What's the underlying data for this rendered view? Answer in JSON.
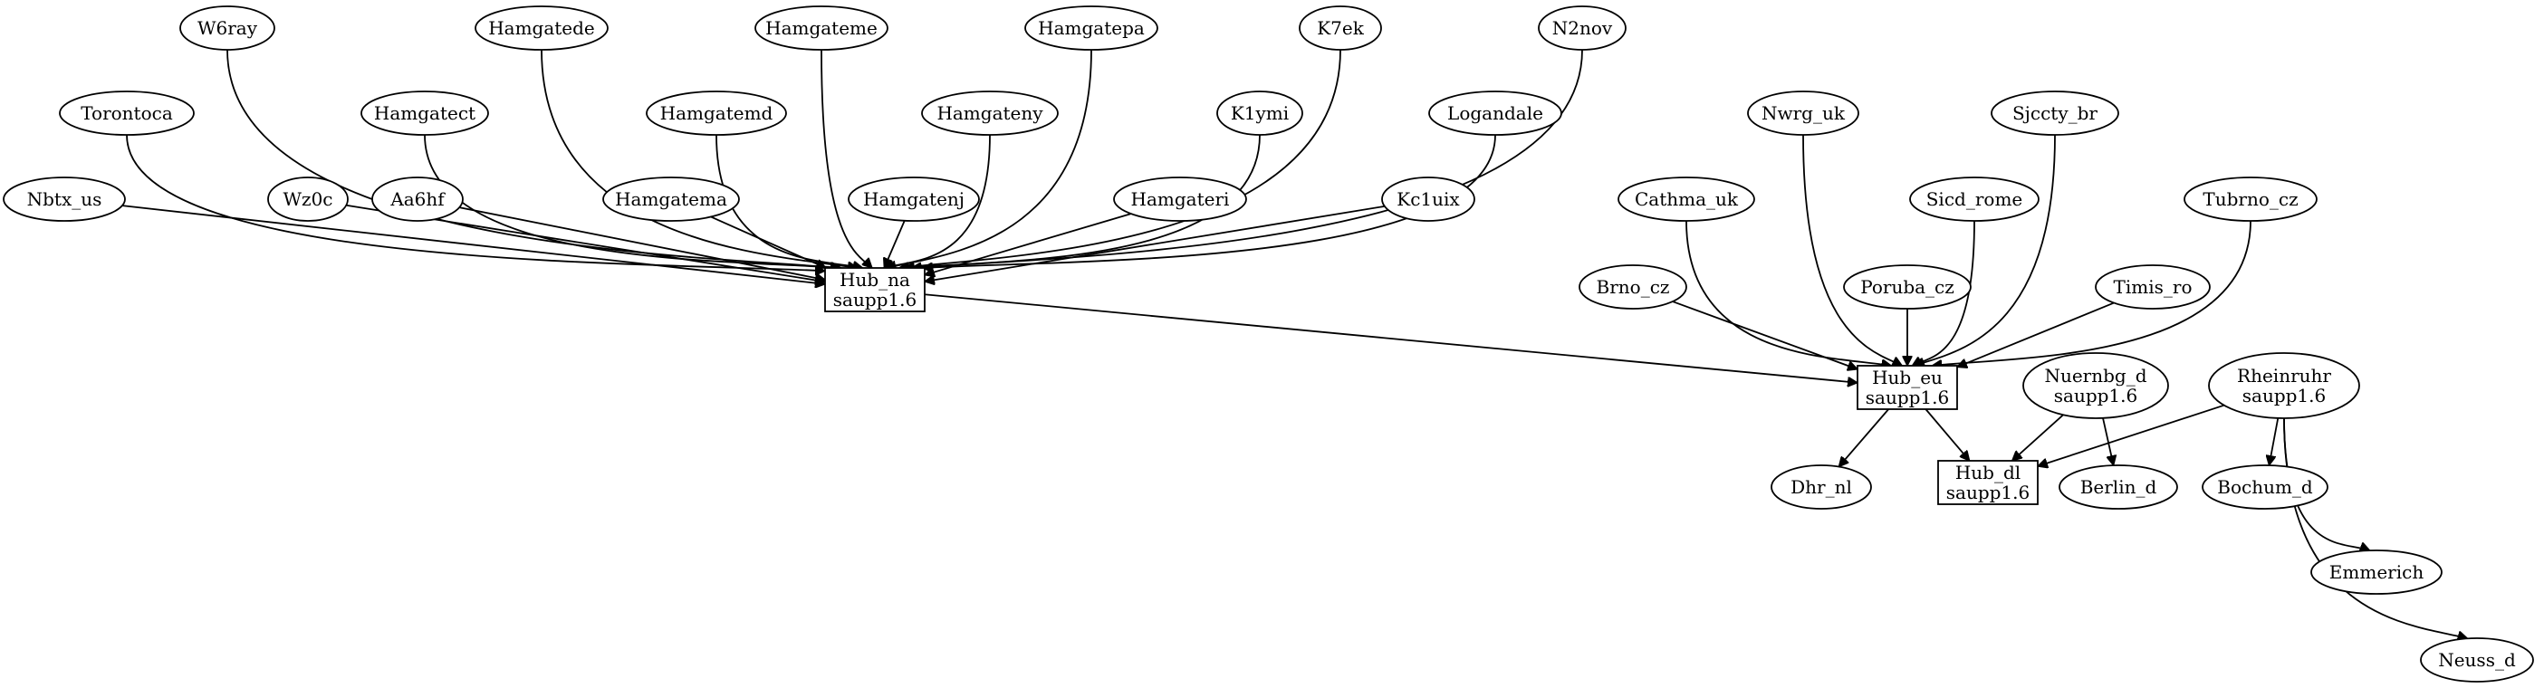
{
  "nodes": [
    {
      "id": "w6ray",
      "shape": "ellipse",
      "lines": [
        "W6ray"
      ]
    },
    {
      "id": "hamgatede",
      "shape": "ellipse",
      "lines": [
        "Hamgatede"
      ]
    },
    {
      "id": "hamgateme",
      "shape": "ellipse",
      "lines": [
        "Hamgateme"
      ]
    },
    {
      "id": "hamgatepa",
      "shape": "ellipse",
      "lines": [
        "Hamgatepa"
      ]
    },
    {
      "id": "k7ek",
      "shape": "ellipse",
      "lines": [
        "K7ek"
      ]
    },
    {
      "id": "n2nov",
      "shape": "ellipse",
      "lines": [
        "N2nov"
      ]
    },
    {
      "id": "torontoca",
      "shape": "ellipse",
      "lines": [
        "Torontoca"
      ]
    },
    {
      "id": "hamgatect",
      "shape": "ellipse",
      "lines": [
        "Hamgatect"
      ]
    },
    {
      "id": "hamgatemd",
      "shape": "ellipse",
      "lines": [
        "Hamgatemd"
      ]
    },
    {
      "id": "hamgateny",
      "shape": "ellipse",
      "lines": [
        "Hamgateny"
      ]
    },
    {
      "id": "k1ymi",
      "shape": "ellipse",
      "lines": [
        "K1ymi"
      ]
    },
    {
      "id": "logandale",
      "shape": "ellipse",
      "lines": [
        "Logandale"
      ]
    },
    {
      "id": "nwrg_uk",
      "shape": "ellipse",
      "lines": [
        "Nwrg_uk"
      ]
    },
    {
      "id": "sjccty_br",
      "shape": "ellipse",
      "lines": [
        "Sjccty_br"
      ]
    },
    {
      "id": "nbtx_us",
      "shape": "ellipse",
      "lines": [
        "Nbtx_us"
      ]
    },
    {
      "id": "wz0c",
      "shape": "ellipse",
      "lines": [
        "Wz0c"
      ]
    },
    {
      "id": "aa6hf",
      "shape": "ellipse",
      "lines": [
        "Aa6hf"
      ]
    },
    {
      "id": "hamgatema",
      "shape": "ellipse",
      "lines": [
        "Hamgatema"
      ]
    },
    {
      "id": "hamgatenj",
      "shape": "ellipse",
      "lines": [
        "Hamgatenj"
      ]
    },
    {
      "id": "hamgateri",
      "shape": "ellipse",
      "lines": [
        "Hamgateri"
      ]
    },
    {
      "id": "kc1uix",
      "shape": "ellipse",
      "lines": [
        "Kc1uix"
      ]
    },
    {
      "id": "cathma_uk",
      "shape": "ellipse",
      "lines": [
        "Cathma_uk"
      ]
    },
    {
      "id": "sicd_rome",
      "shape": "ellipse",
      "lines": [
        "Sicd_rome"
      ]
    },
    {
      "id": "tubrno_cz",
      "shape": "ellipse",
      "lines": [
        "Tubrno_cz"
      ]
    },
    {
      "id": "brno_cz",
      "shape": "ellipse",
      "lines": [
        "Brno_cz"
      ]
    },
    {
      "id": "poruba_cz",
      "shape": "ellipse",
      "lines": [
        "Poruba_cz"
      ]
    },
    {
      "id": "timis_ro",
      "shape": "ellipse",
      "lines": [
        "Timis_ro"
      ]
    },
    {
      "id": "hub_na",
      "shape": "box",
      "lines": [
        "Hub_na",
        "saupp1.6"
      ]
    },
    {
      "id": "hub_eu",
      "shape": "box",
      "lines": [
        "Hub_eu",
        "saupp1.6"
      ]
    },
    {
      "id": "nuernbg_d",
      "shape": "ellipse",
      "lines": [
        "Nuernbg_d",
        "saupp1.6"
      ]
    },
    {
      "id": "rheinruhr",
      "shape": "ellipse",
      "lines": [
        "Rheinruhr",
        "saupp1.6"
      ]
    },
    {
      "id": "dhr_nl",
      "shape": "ellipse",
      "lines": [
        "Dhr_nl"
      ]
    },
    {
      "id": "hub_dl",
      "shape": "box",
      "lines": [
        "Hub_dl",
        "saupp1.6"
      ]
    },
    {
      "id": "berlin_d",
      "shape": "ellipse",
      "lines": [
        "Berlin_d"
      ]
    },
    {
      "id": "bochum_d",
      "shape": "ellipse",
      "lines": [
        "Bochum_d"
      ]
    },
    {
      "id": "emmerich",
      "shape": "ellipse",
      "lines": [
        "Emmerich"
      ]
    },
    {
      "id": "neuss_d",
      "shape": "ellipse",
      "lines": [
        "Neuss_d"
      ]
    }
  ],
  "edges": [
    {
      "from": "nbtx_us",
      "to": "hub_na"
    },
    {
      "from": "torontoca",
      "to": "hub_na"
    },
    {
      "from": "w6ray",
      "to": "hub_na"
    },
    {
      "from": "wz0c",
      "to": "hub_na"
    },
    {
      "from": "aa6hf",
      "to": "hub_na"
    },
    {
      "from": "hamgatect",
      "to": "hub_na"
    },
    {
      "from": "hamgatede",
      "to": "hub_na"
    },
    {
      "from": "hamgatema",
      "to": "hub_na"
    },
    {
      "from": "hamgatemd",
      "to": "hub_na"
    },
    {
      "from": "hamgateme",
      "to": "hub_na"
    },
    {
      "from": "hamgatenj",
      "to": "hub_na"
    },
    {
      "from": "hamgateny",
      "to": "hub_na"
    },
    {
      "from": "hamgatepa",
      "to": "hub_na"
    },
    {
      "from": "hamgateri",
      "to": "hub_na"
    },
    {
      "from": "k1ymi",
      "to": "hub_na"
    },
    {
      "from": "k7ek",
      "to": "hub_na"
    },
    {
      "from": "kc1uix",
      "to": "hub_na"
    },
    {
      "from": "logandale",
      "to": "hub_na"
    },
    {
      "from": "n2nov",
      "to": "hub_na"
    },
    {
      "from": "hub_na",
      "to": "hub_eu"
    },
    {
      "from": "brno_cz",
      "to": "hub_eu"
    },
    {
      "from": "cathma_uk",
      "to": "hub_eu"
    },
    {
      "from": "nwrg_uk",
      "to": "hub_eu"
    },
    {
      "from": "poruba_cz",
      "to": "hub_eu"
    },
    {
      "from": "sicd_rome",
      "to": "hub_eu"
    },
    {
      "from": "sjccty_br",
      "to": "hub_eu"
    },
    {
      "from": "timis_ro",
      "to": "hub_eu"
    },
    {
      "from": "tubrno_cz",
      "to": "hub_eu"
    },
    {
      "from": "hub_eu",
      "to": "dhr_nl"
    },
    {
      "from": "hub_eu",
      "to": "hub_dl"
    },
    {
      "from": "nuernbg_d",
      "to": "hub_dl"
    },
    {
      "from": "nuernbg_d",
      "to": "berlin_d"
    },
    {
      "from": "rheinruhr",
      "to": "hub_dl"
    },
    {
      "from": "rheinruhr",
      "to": "bochum_d"
    },
    {
      "from": "rheinruhr",
      "to": "emmerich"
    },
    {
      "from": "rheinruhr",
      "to": "neuss_d"
    }
  ]
}
